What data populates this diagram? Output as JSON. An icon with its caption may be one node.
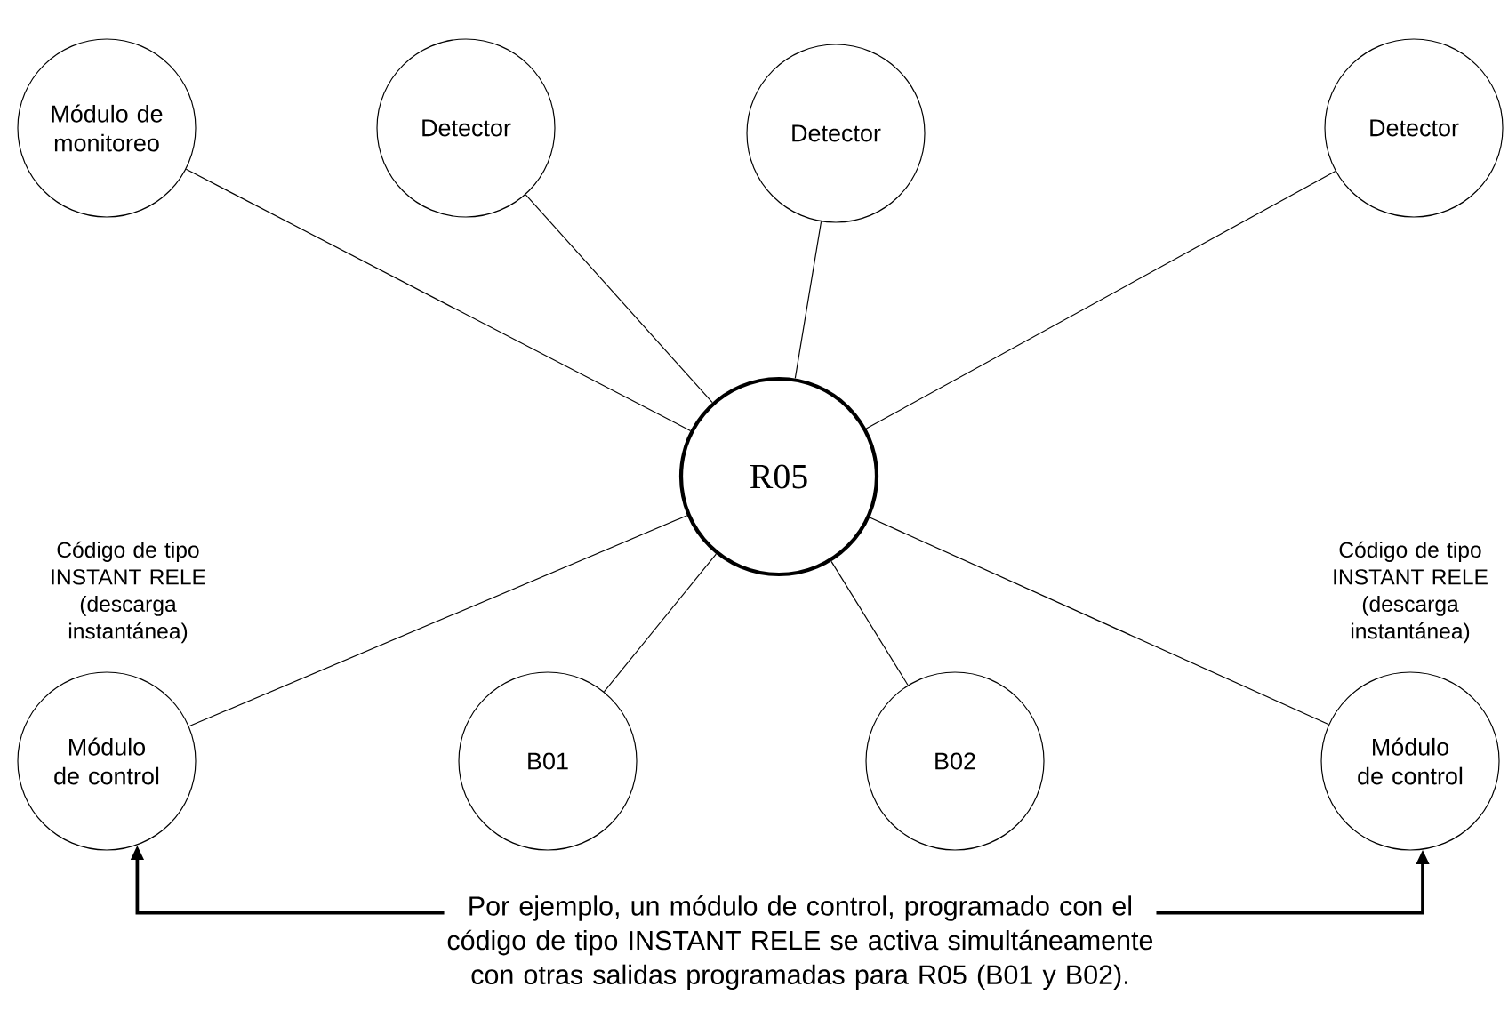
{
  "diagram": {
    "nodes": [
      {
        "text": [
          "Módulo de monitoreo"
        ]
      },
      {
        "text": [
          "Detector"
        ]
      },
      {
        "text": [
          "Detector"
        ]
      },
      {
        "text": [
          "Detector"
        ]
      },
      {
        "text": [
          "R05"
        ]
      },
      {
        "text": [
          "Módulo de control"
        ],
        "beside": [
          "Código de tipo INSTANT RELE (descarga instantánea)"
        ]
      },
      {
        "text": [
          "B01"
        ]
      },
      {
        "text": [
          "B02"
        ]
      },
      {
        "text": [
          "Módulo de control"
        ],
        "beside": [
          "Código de tipo INSTANT RELE (descarga instantánea)"
        ]
      },
      {
        "text": [
          "Por ejemplo, un módulo de control, programado con el código de tipo INSTANT RELE se activa simultáneamente con otras salidas programadas para R05 (B01 y B02)."
        ]
      }
    ],
    "edges": [
      {
        "from": 4,
        "to": 0,
        "arrow": "none"
      },
      {
        "from": 4,
        "to": 1,
        "arrow": "none"
      },
      {
        "from": 4,
        "to": 2,
        "arrow": "none"
      },
      {
        "from": 4,
        "to": 3,
        "arrow": "none"
      },
      {
        "from": 4,
        "to": 5,
        "arrow": "none"
      },
      {
        "from": 4,
        "to": 6,
        "arrow": "none"
      },
      {
        "from": 4,
        "to": 7,
        "arrow": "none"
      },
      {
        "from": 4,
        "to": 8,
        "arrow": "none"
      },
      {
        "from": 9,
        "to": 5,
        "arrow": "to"
      },
      {
        "from": 9,
        "to": 8,
        "arrow": "to"
      }
    ]
  }
}
